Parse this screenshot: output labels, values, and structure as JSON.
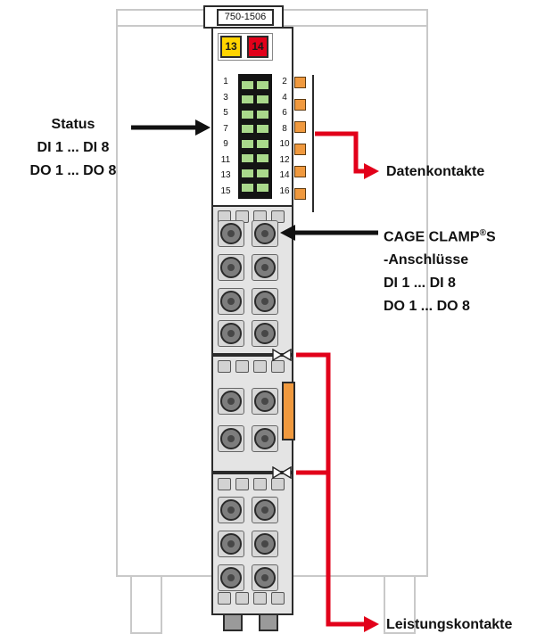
{
  "module": {
    "part_number": "750-1506",
    "terminal_markers": {
      "left": "13",
      "right": "14"
    },
    "led_left_numbers": [
      "1",
      "3",
      "5",
      "7",
      "9",
      "11",
      "13",
      "15"
    ],
    "led_right_numbers": [
      "2",
      "4",
      "6",
      "8",
      "10",
      "12",
      "14",
      "16"
    ]
  },
  "annotations": {
    "status": {
      "title": "Status",
      "line1": "DI 1 ... DI 8",
      "line2": "DO 1 ... DO 8"
    },
    "datenkontakte": {
      "label": "Datenkontakte"
    },
    "cage_clamp": {
      "title": "CAGE CLAMP",
      "registered": "®",
      "suffix": "S",
      "line1": "-Anschlüsse",
      "line2": "DI 1 ... DI 8",
      "line3": "DO 1 ... DO 8"
    },
    "leistungskontakte": {
      "label": "Leistungskontakte"
    }
  },
  "colors": {
    "red": "#e2001a",
    "yellow": "#ffd400",
    "green": "#a9d88b",
    "orange": "#f0993e",
    "outline": "#2b2b2b",
    "body_gray": "#e4e4e4",
    "plate_gray": "#d8d8d8",
    "contact_gray": "#7d7d7d",
    "bg_outline": "#c9c9c9"
  }
}
